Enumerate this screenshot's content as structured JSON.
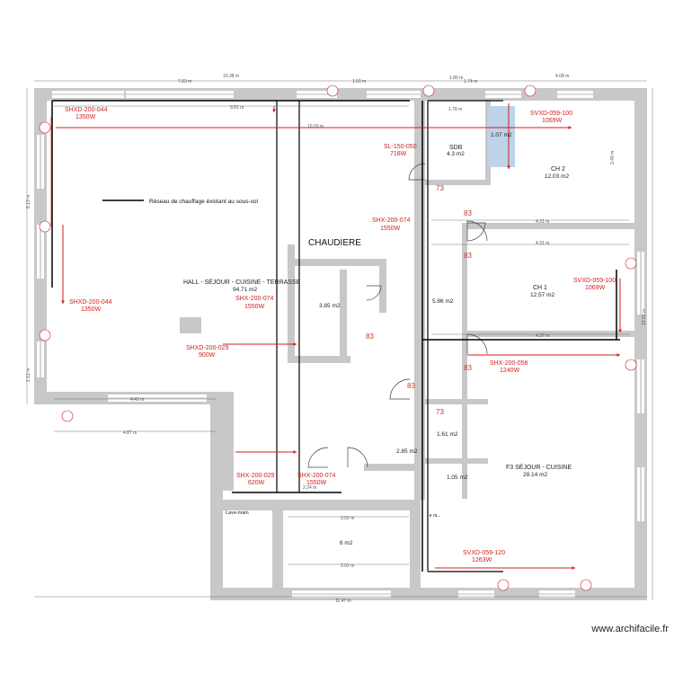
{
  "colors": {
    "wall": "#c8c8c8",
    "heat": "#d11f1f",
    "pipe": "#000000",
    "window": "#ffffff",
    "bath_tile": "#bcd3ea",
    "dimension": "#555555"
  },
  "legend": {
    "text": "Réseau de chauffage éxistant au sous-sol"
  },
  "boiler": {
    "label": "CHAUDIERE"
  },
  "rooms": [
    {
      "id": "hall",
      "name": "HALL - SÉJOUR - CUISINE - TERRASSE",
      "area": "94.71 m2"
    },
    {
      "id": "sdb",
      "name": "SDB",
      "area": "4.3 m2"
    },
    {
      "id": "shower",
      "name": "",
      "area": "1.07 m2"
    },
    {
      "id": "ch2",
      "name": "CH 2",
      "area": "12.03 m2"
    },
    {
      "id": "ch1",
      "name": "CH 1",
      "area": "12.57 m2"
    },
    {
      "id": "f3",
      "name": "F3 SÉJOUR - CUISINE",
      "area": "28.14 m2"
    },
    {
      "id": "garage",
      "name": "",
      "area": "6 m2"
    },
    {
      "id": "boiler_room",
      "name": "",
      "area": "3.85 m2"
    },
    {
      "id": "corridor",
      "name": "",
      "area": "5.86 m2"
    },
    {
      "id": "wc",
      "name": "",
      "area": "1.61 m2"
    },
    {
      "id": "small1",
      "name": "",
      "area": "2.85 m2"
    },
    {
      "id": "small2",
      "name": "",
      "area": "1.05 m2"
    }
  ],
  "radiators": [
    {
      "ref": "SHXD-200-044",
      "power": "1350W"
    },
    {
      "ref": "SHXD-200-044",
      "power": "1350W"
    },
    {
      "ref": "SHX-200-074",
      "power": "1550W"
    },
    {
      "ref": "SHXD-200-029",
      "power": "900W"
    },
    {
      "ref": "SL-150-050",
      "power": "718W"
    },
    {
      "ref": "SHX-200-074",
      "power": "1550W"
    },
    {
      "ref": "SVXD-059-100",
      "power": "1069W"
    },
    {
      "ref": "SVXD-059-100",
      "power": "1069W"
    },
    {
      "ref": "SHX-200-058",
      "power": "1240W"
    },
    {
      "ref": "SHX-200-029",
      "power": "620W"
    },
    {
      "ref": "SHX-200-074",
      "power": "1550W"
    },
    {
      "ref": "SVXD-059-120",
      "power": "1263W"
    }
  ],
  "door_widths": [
    "73",
    "83",
    "83",
    "83",
    "83",
    "73",
    "83"
  ],
  "dimensions": {
    "top_total": "10.38 m",
    "top_right": "4.08 m",
    "bottom_total": "11.47 m",
    "right_total": "13.91 m",
    "left_total": "8.13 m",
    "garage_width": "3.02 m",
    "top_row": [
      "7.83 m",
      "1.50 m",
      "1.80 m",
      "1.74 m"
    ],
    "inner_a": "9.81 m",
    "inner_b": "10.03 m",
    "misc": [
      "1.78 m",
      "4.31 m",
      "4.31 m",
      "4.37 m",
      "4.42 m",
      "4.87 m",
      "2.24 m",
      "3.02 m",
      "3.49 m",
      "2.12 m"
    ]
  },
  "annotations": {
    "lave_main": "Lave-main",
    "garage_note": "Le ra..."
  },
  "watermark": "www.archifacile.fr"
}
